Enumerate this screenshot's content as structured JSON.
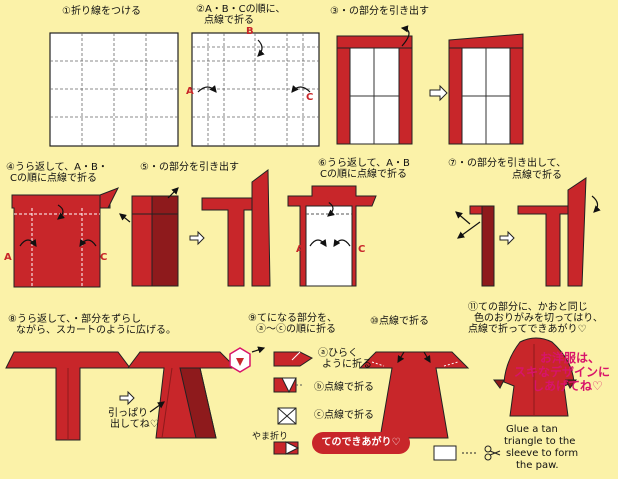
{
  "colors": {
    "background": "#fbf2a8",
    "paper_red": "#c8262a",
    "paper_dark": "#8e1a1c",
    "paper_white": "#ffffff",
    "accent_pink": "#d8146a"
  },
  "steps": {
    "s1": "①折り線をつける",
    "s2a": "②A・B・Cの順に、",
    "s2b": "点線で折る",
    "s3": "③・の部分を引き出す",
    "s4a": "④うら返して、A・B・",
    "s4b": "Cの順に点線で折る",
    "s5": "⑤・の部分を引き出す",
    "s6a": "⑥うら返して、A・B",
    "s6b": "Cの順に点線で折る",
    "s7a": "⑦・の部分を引き出して、",
    "s7b": "点線で折る",
    "s8a": "⑧うら返して、・部分をずらし",
    "s8b": "ながら、スカートのように広げる。",
    "s9a": "⑨てになる部分を、",
    "s9b": "ⓐ〜ⓒの順に折る",
    "s10": "⑩点線で折る",
    "s11a": "⑪ての部分に、かおと同じ",
    "s11b": "色のおりがみを切ってはり、",
    "s11c": "点線で折ってできあがり♡"
  },
  "marks": {
    "a": "A",
    "b": "B",
    "c": "C"
  },
  "sub": {
    "sa1": "ⓐひらく",
    "sa2": "ように折る",
    "sb": "ⓑ点線で折る",
    "sc": "ⓒ点線で折る",
    "pull1": "引っぱり",
    "pull2": "出してね♡",
    "yama": "やま折り"
  },
  "done_label": "てのできあがり♡",
  "english_note": [
    "Glue a tan",
    "triangle to the",
    "sleeve to form",
    "the paw."
  ],
  "side_note": [
    "お洋服は、",
    "スキなデザインに",
    "しあげてね♡"
  ]
}
